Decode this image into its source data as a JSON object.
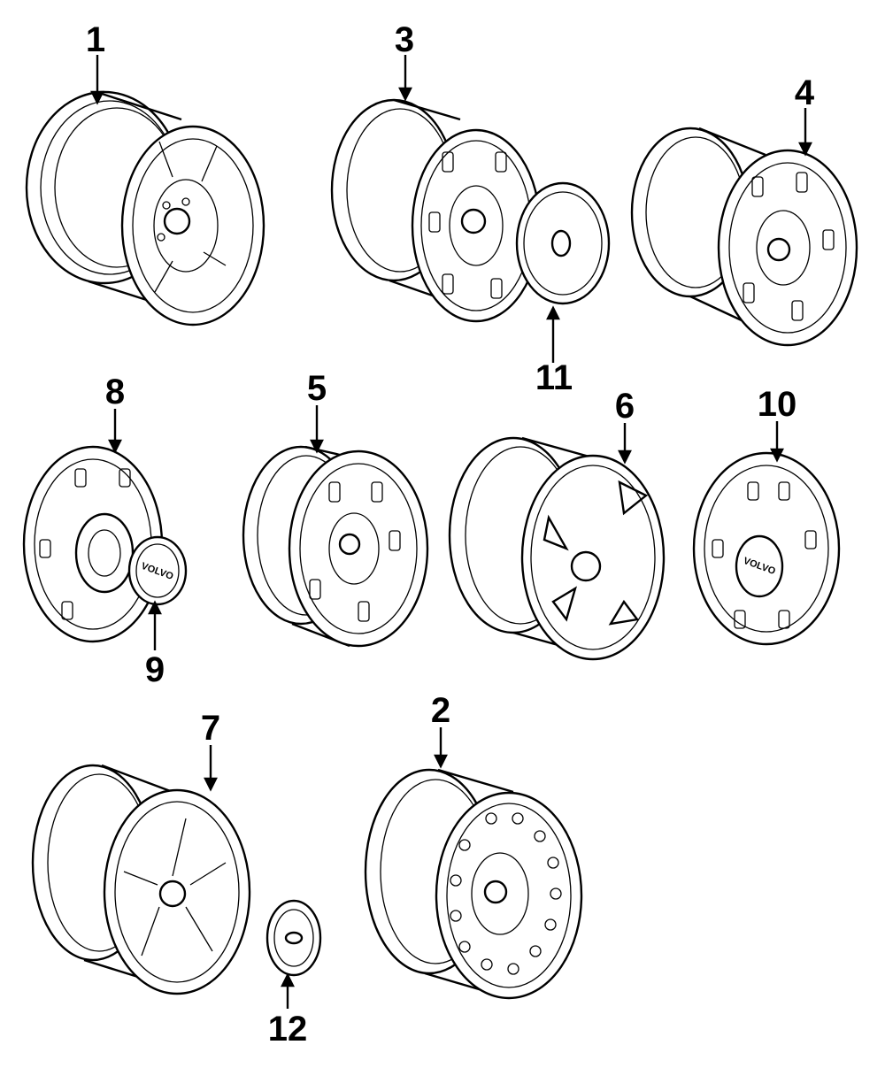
{
  "callouts": {
    "c1": "1",
    "c2": "2",
    "c3": "3",
    "c4": "4",
    "c5": "5",
    "c6": "6",
    "c7": "7",
    "c8": "8",
    "c9": "9",
    "c10": "10",
    "c11": "11",
    "c12": "12"
  },
  "brand_mark": "VOLVO",
  "colors": {
    "ink": "#000000",
    "paper": "#ffffff"
  }
}
